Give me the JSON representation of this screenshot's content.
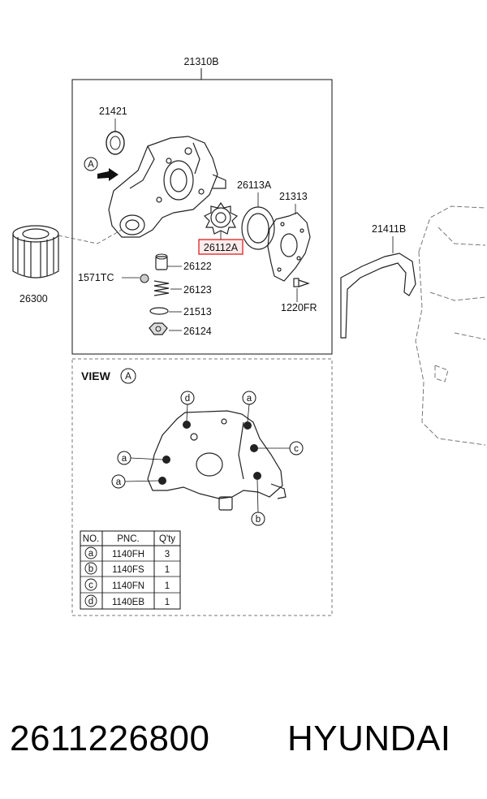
{
  "diagram": {
    "assembly_label": "21310B",
    "parts": {
      "p21421": "21421",
      "p26113A": "26113A",
      "p21313": "21313",
      "p26112A": "26112A",
      "p26122": "26122",
      "p1571TC": "1571TC",
      "p26123": "26123",
      "p21513": "21513",
      "p26124": "26124",
      "p1220FR": "1220FR",
      "p26300": "26300",
      "p21411B": "21411B"
    },
    "view_marker": "A",
    "highlight_color": "#e02020",
    "view": {
      "title": "VIEW",
      "marker": "A",
      "callouts": {
        "d_top": "d",
        "a_top_right": "a",
        "c_right": "c",
        "a_left_upper": "a",
        "a_left_lower": "a",
        "b_bottom": "b"
      }
    },
    "table": {
      "headers": [
        "NO.",
        "PNC.",
        "Q'ty"
      ],
      "rows": [
        {
          "no": "a",
          "pnc": "1140FH",
          "qty": "3"
        },
        {
          "no": "b",
          "pnc": "1140FS",
          "qty": "1"
        },
        {
          "no": "c",
          "pnc": "1140FN",
          "qty": "1"
        },
        {
          "no": "d",
          "pnc": "1140EB",
          "qty": "1"
        }
      ]
    }
  },
  "footer": {
    "part_number": "2611226800",
    "brand": "HYUNDAI"
  }
}
